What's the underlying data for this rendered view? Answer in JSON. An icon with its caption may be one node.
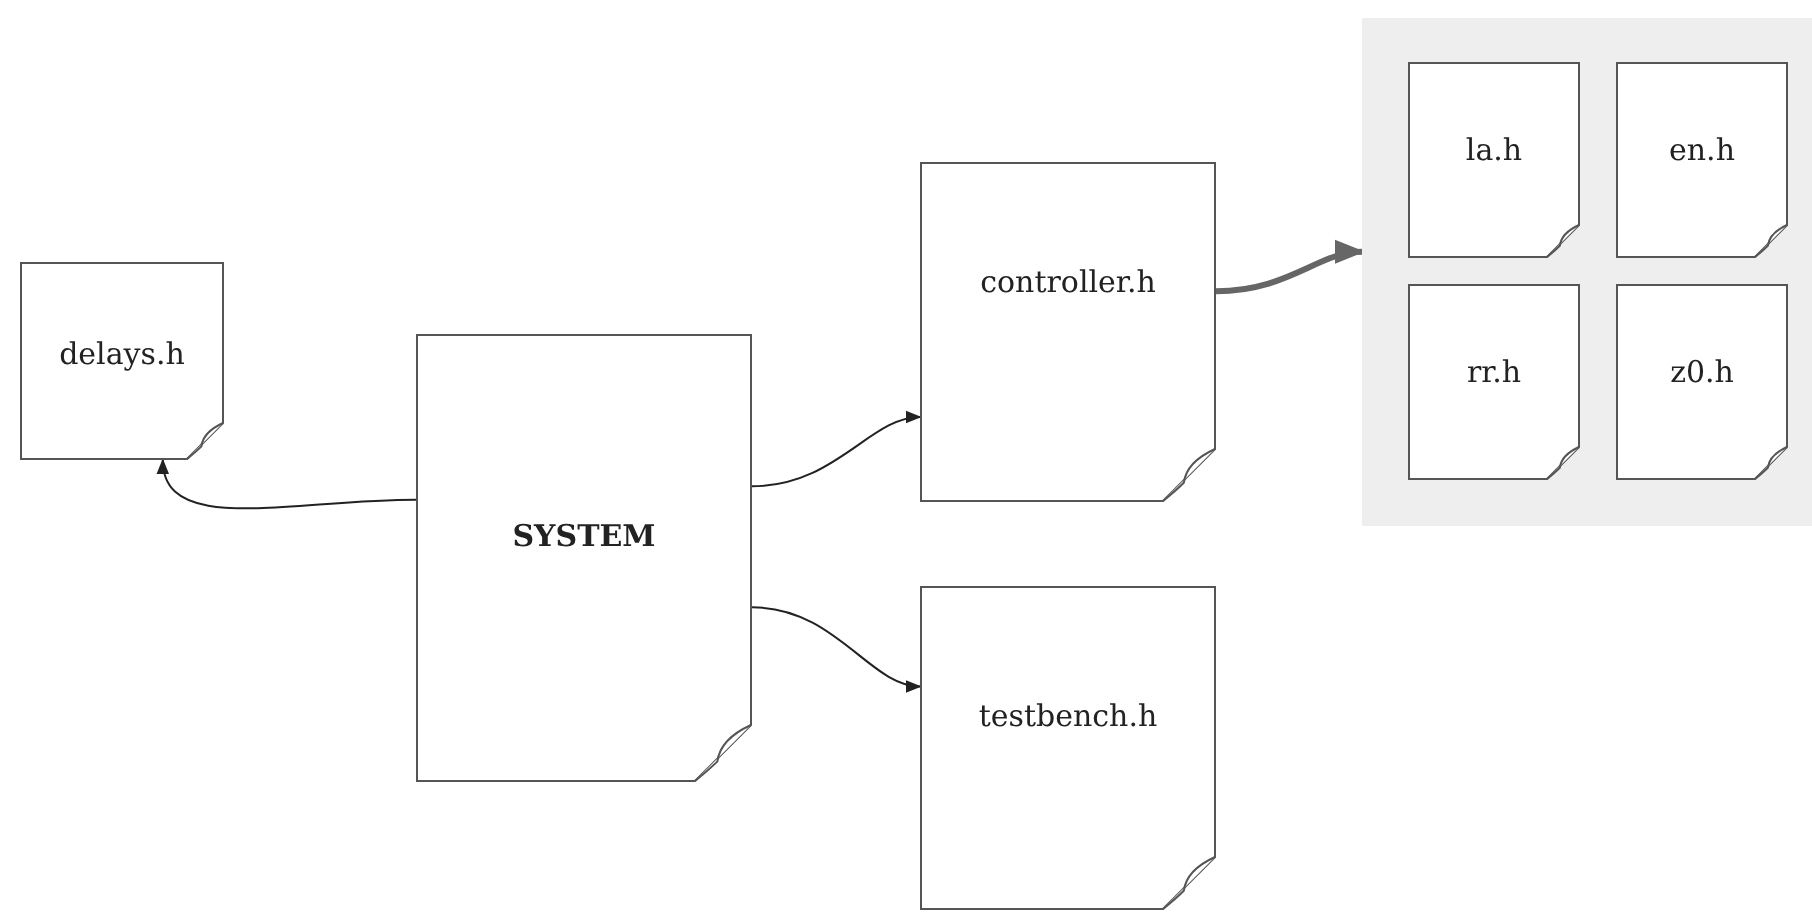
{
  "diagram": {
    "nodes": [
      {
        "text": [
          "delays.h"
        ]
      },
      {
        "text": [
          "SYSTEM"
        ]
      },
      {
        "text": [
          "controller.h"
        ]
      },
      {
        "text": [
          "testbench.h"
        ]
      },
      {
        "text": [],
        "shape": "box"
      },
      {
        "text": [
          "la.h"
        ],
        "in": 4
      },
      {
        "text": [
          "en.h"
        ],
        "in": 4
      },
      {
        "text": [
          "rr.h"
        ],
        "in": 4
      },
      {
        "text": [
          "z0.h"
        ],
        "in": 4
      }
    ],
    "edges": [
      {
        "from": 1,
        "to": 0,
        "arrow": "to"
      },
      {
        "from": 1,
        "to": 2,
        "arrow": "to"
      },
      {
        "from": 1,
        "to": 3,
        "arrow": "to"
      },
      {
        "from": 2,
        "to": 4,
        "arrow": "to",
        "style": "thick",
        "color": "#666666"
      }
    ]
  }
}
